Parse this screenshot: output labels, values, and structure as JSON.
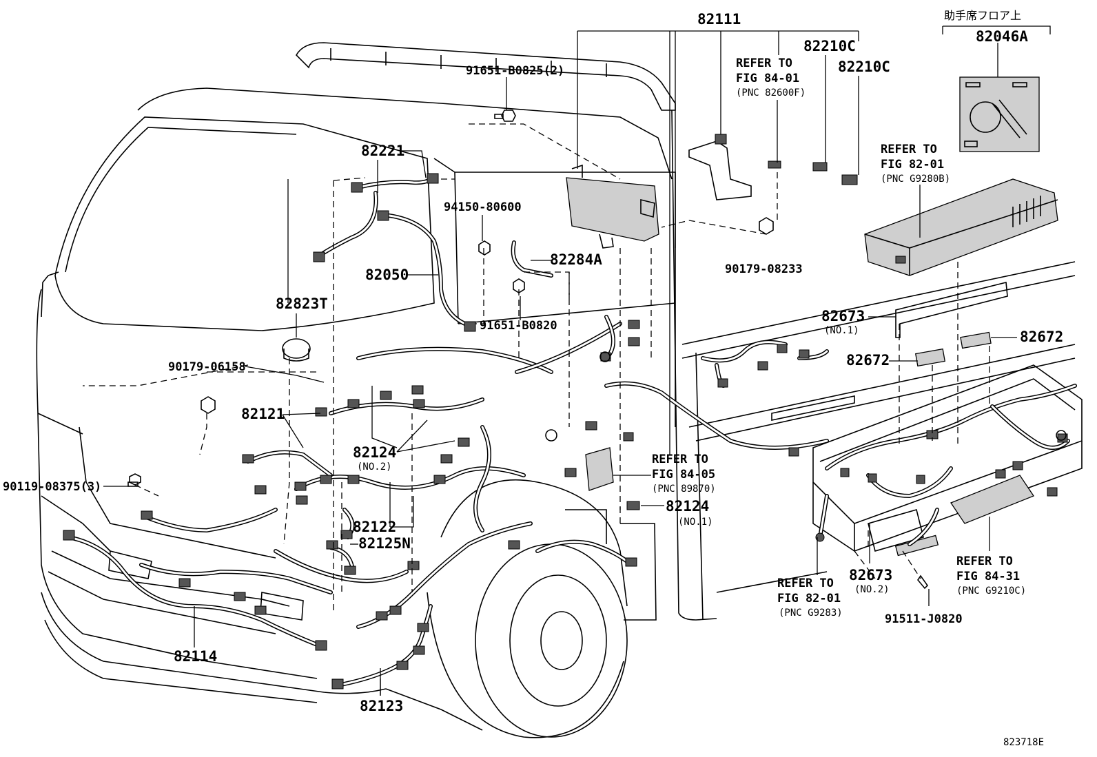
{
  "diagram": {
    "figure_code": "823718E",
    "jp_note": "助手席フロア上",
    "part_numbers": {
      "p82111": "82111",
      "p82210c_a": "82210C",
      "p82210c_b": "82210C",
      "p82046a": "82046A",
      "p91651_b0825": "91651-B0825(2)",
      "p82221": "82221",
      "p94150_80600": "94150-80600",
      "p82284a": "82284A",
      "p82050": "82050",
      "p82823t": "82823T",
      "p91651_b0820": "91651-B0820",
      "p90179_06158": "90179-06158",
      "p90179_08233": "90179-08233",
      "p82121": "82121",
      "p82124_no2": "82124",
      "p82124_no2_sub": "(NO.2)",
      "p90119_08375": "90119-08375(3)",
      "p82122": "82122",
      "p82125n": "82125N",
      "p82124_no1": "82124",
      "p82124_no1_sub": "(NO.1)",
      "p82673_no1": "82673",
      "p82673_no1_sub": "(NO.1)",
      "p82672_a": "82672",
      "p82672_b": "82672",
      "p82673_no2": "82673",
      "p82673_no2_sub": "(NO.2)",
      "p91511_j0820": "91511-J0820",
      "p82114": "82114",
      "p82123": "82123"
    },
    "references": [
      {
        "line1": "REFER TO",
        "line2": "FIG 84-01",
        "line3": "(PNC 82600F)"
      },
      {
        "line1": "REFER TO",
        "line2": "FIG 82-01",
        "line3": "(PNC G9280B)"
      },
      {
        "line1": "REFER TO",
        "line2": "FIG 84-05",
        "line3": "(PNC 89870)"
      },
      {
        "line1": "REFER TO",
        "line2": "FIG 82-01",
        "line3": "(PNC G9283)"
      },
      {
        "line1": "REFER TO",
        "line2": "FIG 84-31",
        "line3": "(PNC G9210C)"
      }
    ]
  }
}
